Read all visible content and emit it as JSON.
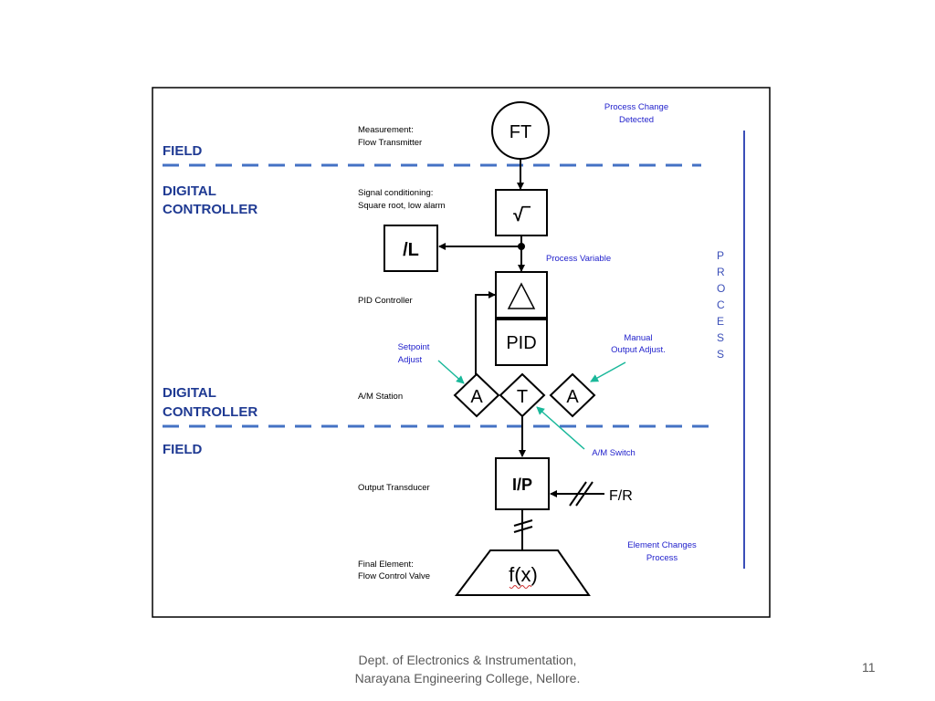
{
  "zones": {
    "field_top": "FIELD",
    "digital_top_1": "DIGITAL",
    "digital_top_2": "CONTROLLER",
    "digital_bottom_1": "DIGITAL",
    "digital_bottom_2": "CONTROLLER",
    "field_bottom": "FIELD"
  },
  "labels": {
    "measurement_1": "Measurement:",
    "measurement_2": "Flow Transmitter",
    "signal_1": "Signal conditioning:",
    "signal_2": "Square root, low alarm",
    "pid_controller": "PID Controller",
    "am_station": "A/M Station",
    "output_transducer": "Output Transducer",
    "final_1": "Final Element:",
    "final_2": "Flow Control Valve"
  },
  "notes": {
    "process_change_1": "Process Change",
    "process_change_2": "Detected",
    "process_variable": "Process Variable",
    "setpoint_1": "Setpoint",
    "setpoint_2": "Adjust",
    "manual_1": "Manual",
    "manual_2": "Output Adjust.",
    "am_switch": "A/M Switch",
    "element_1": "Element Changes",
    "element_2": "Process",
    "process_letters": [
      "P",
      "R",
      "O",
      "C",
      "E",
      "S",
      "S"
    ]
  },
  "symbols": {
    "ft": "FT",
    "sqrt": "√‾",
    "low_alarm": "/L",
    "pid": "PID",
    "a_left": "A",
    "t": "T",
    "a_right": "A",
    "ip": "I/P",
    "fr": "F/R",
    "fx": "f(x)"
  },
  "footer": {
    "line1": "Dept. of Electronics & Instrumentation,",
    "line2": "Narayana Engineering College, Nellore.",
    "page_number": "11"
  },
  "colors": {
    "zone_text": "#1f3a93",
    "dashed_line": "#4472c4",
    "note_text": "#2222cc",
    "teal_arrow": "#1ab89a",
    "process_bar": "#3b4fb8"
  }
}
